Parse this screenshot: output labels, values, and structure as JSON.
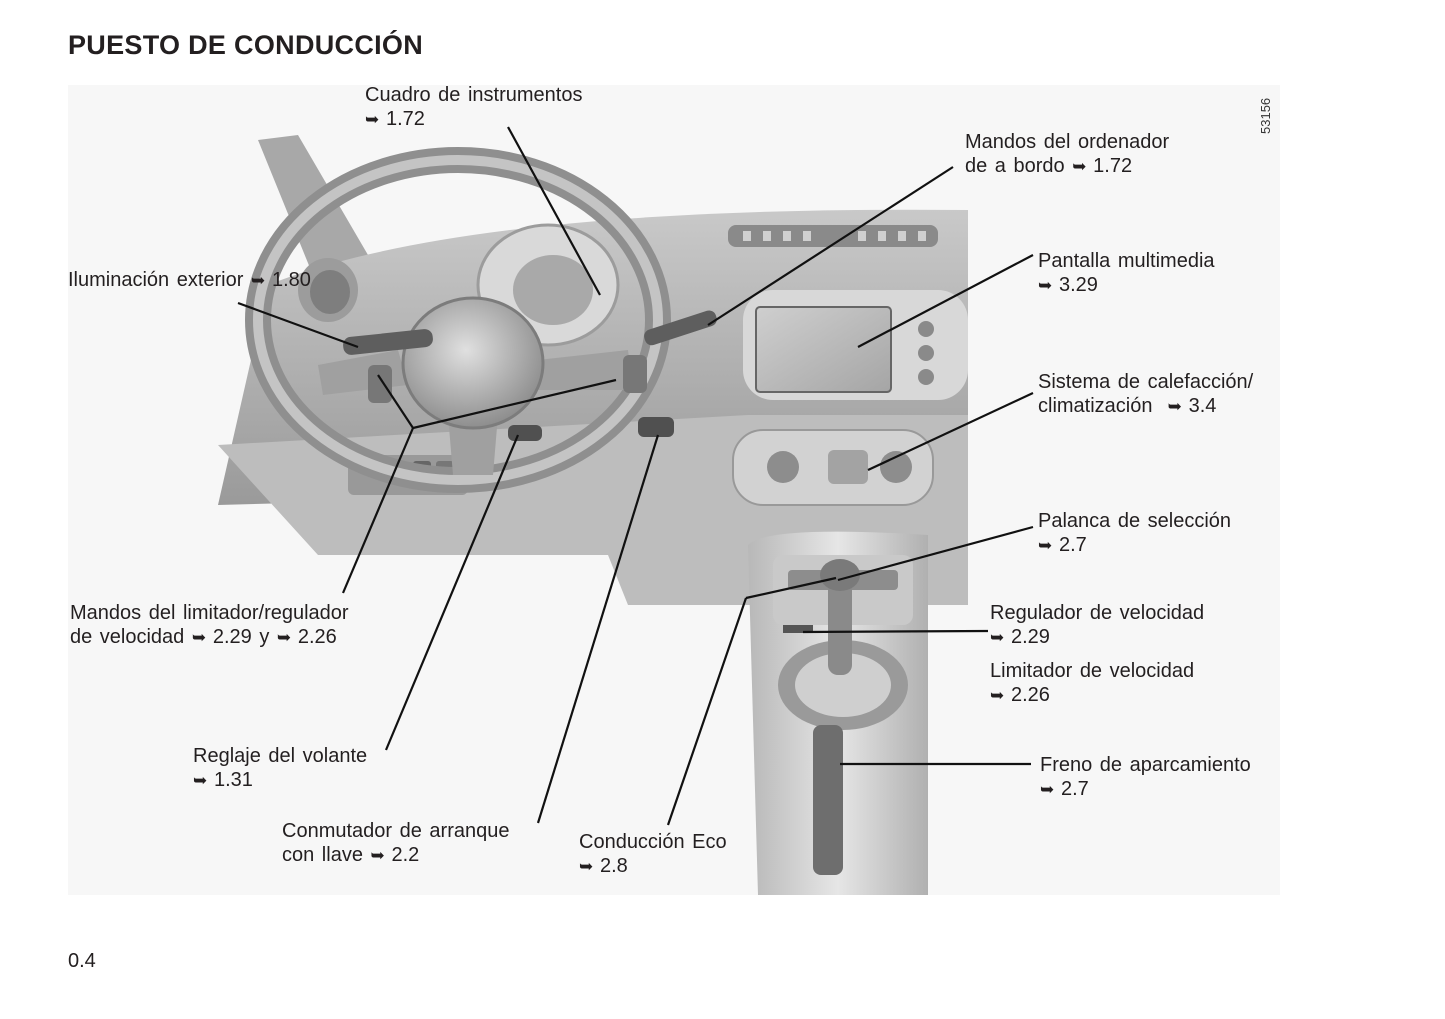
{
  "title": "PUESTO DE CONDUCCIÓN",
  "figure_id": "53156",
  "page_number": "0.4",
  "labels": {
    "cuadro": {
      "text": "Cuadro de instrumentos",
      "ref": "1.72"
    },
    "mandos_ordenador": {
      "text1": "Mandos del ordenador",
      "text2": "de a bordo",
      "ref": "1.72"
    },
    "iluminacion": {
      "text": "Iluminación exterior",
      "ref": "1.80"
    },
    "pantalla": {
      "text": "Pantalla multimedia",
      "ref": "3.29"
    },
    "calefaccion": {
      "text1": "Sistema de calefacción/",
      "text2": "climatización",
      "ref": "3.4"
    },
    "palanca": {
      "text": "Palanca de selección",
      "ref": "2.7"
    },
    "limitador_regulador": {
      "text1": "Mandos del limitador/regulador",
      "text2": "de velocidad",
      "ref1": "2.29",
      "joiner": "y",
      "ref2": "2.26"
    },
    "regulador": {
      "text": "Regulador de velocidad",
      "ref": "2.29"
    },
    "limitador": {
      "text": "Limitador de velocidad",
      "ref": "2.26"
    },
    "reglaje": {
      "text": "Reglaje del volante",
      "ref": "1.31"
    },
    "freno": {
      "text": "Freno de aparcamiento",
      "ref": "2.7"
    },
    "conmutador": {
      "text1": "Conmutador de arranque",
      "text2": "con llave",
      "ref": "2.2"
    },
    "eco": {
      "text": "Conducción Eco",
      "ref": "2.8"
    }
  }
}
